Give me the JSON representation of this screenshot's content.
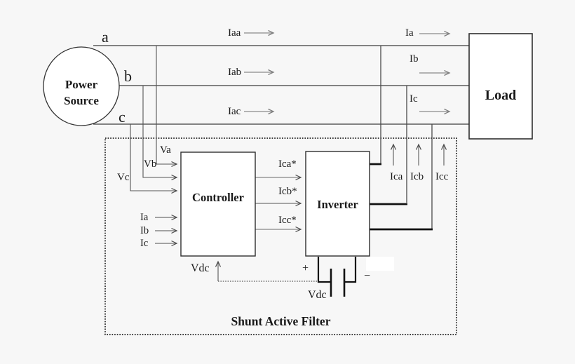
{
  "background": "#f7f7f7",
  "power_source": {
    "line1": "Power",
    "line2": "Source"
  },
  "phase_labels": {
    "a": "a",
    "b": "b",
    "c": "c"
  },
  "source_currents": {
    "iaa": "Iaa",
    "iab": "Iab",
    "iac": "Iac"
  },
  "load": {
    "label": "Load",
    "currents": {
      "ia": "Ia",
      "ib": "Ib",
      "ic": "Ic"
    }
  },
  "controller": {
    "label": "Controller",
    "voltage_inputs": {
      "va": "Va",
      "vb": "Vb",
      "vc": "Vc"
    },
    "current_inputs": {
      "ia": "Ia",
      "ib": "Ib",
      "ic": "Ic"
    }
  },
  "inverter": {
    "label": "Inverter"
  },
  "reference_currents": {
    "ica_ref": "Ica*",
    "icb_ref": "Icb*",
    "icc_ref": "Icc*"
  },
  "compensation_currents": {
    "ica": "Ica",
    "icb": "Icb",
    "icc": "Icc"
  },
  "dc_link": {
    "vdc_feedback": "Vdc",
    "plus": "+",
    "minus": "−",
    "vdc_capacitor": "Vdc"
  },
  "filter_box": {
    "label": "Shunt Active Filter"
  }
}
